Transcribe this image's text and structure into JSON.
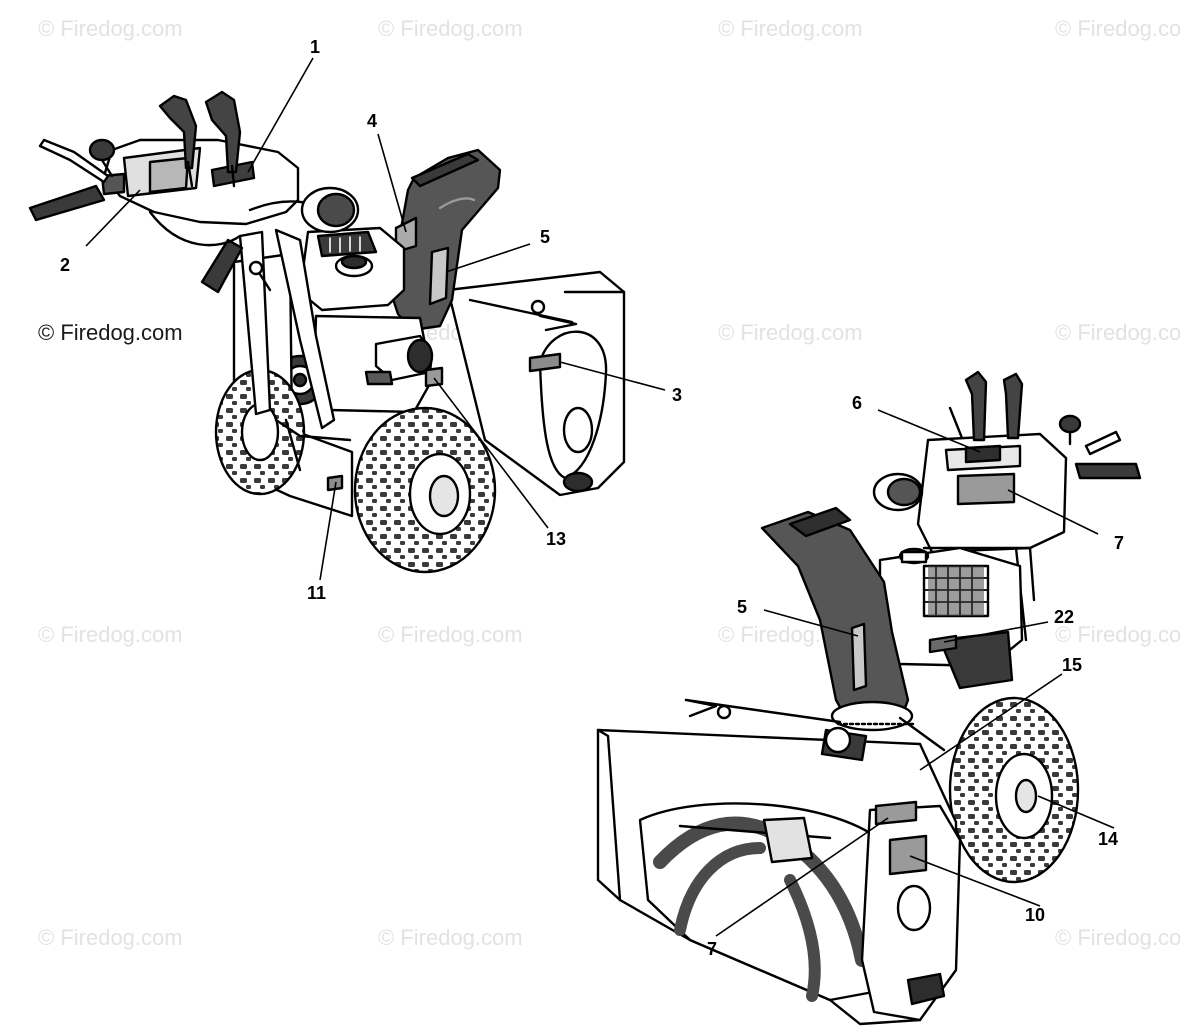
{
  "watermark": {
    "text": "© Firedog.com",
    "color": "#e2e2e2",
    "strong_color": "#1a1a1a"
  },
  "callouts": {
    "left": [
      "1",
      "2",
      "3",
      "4",
      "5",
      "11",
      "13"
    ],
    "right": [
      "5",
      "6",
      "7",
      "7",
      "10",
      "14",
      "15",
      "22"
    ]
  }
}
